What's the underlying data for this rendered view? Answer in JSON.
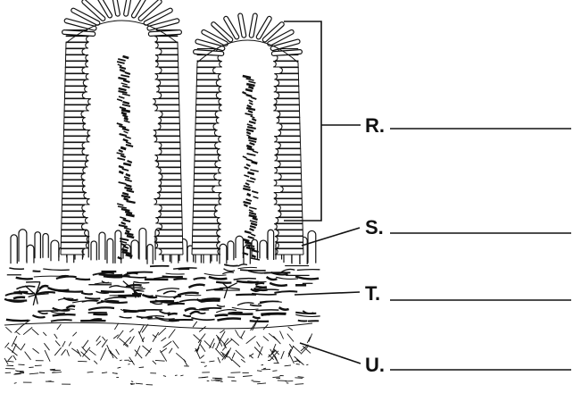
{
  "labels": [
    {
      "id": "R",
      "text": "R."
    },
    {
      "id": "S",
      "text": "S."
    },
    {
      "id": "T",
      "text": "T."
    },
    {
      "id": "U",
      "text": "U."
    }
  ],
  "answer_blanks": [
    "",
    "",
    "",
    ""
  ],
  "colors": {
    "ink": "#111111",
    "background": "#ffffff"
  }
}
